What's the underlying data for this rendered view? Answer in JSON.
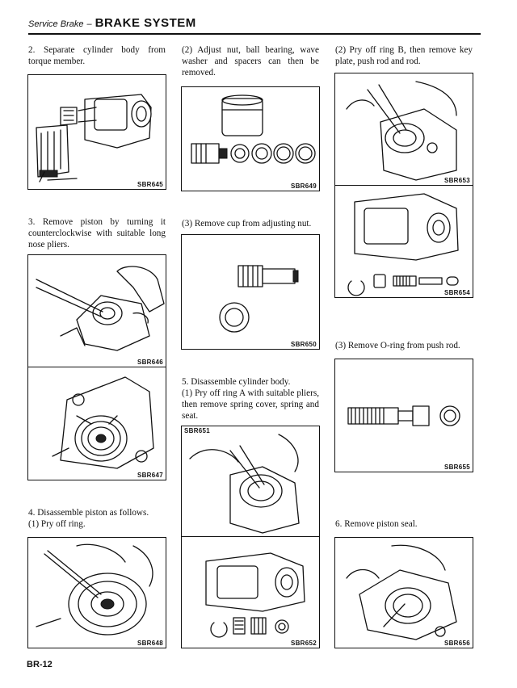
{
  "header": {
    "section": "Service Brake",
    "dash": "–",
    "title": "BRAKE SYSTEM"
  },
  "columns": {
    "left": {
      "step2": "2.  Separate cylinder body from torque member.",
      "fig_sbr645": "SBR645",
      "step3": "3.  Remove piston by turning it counterclockwise with suitable long nose pliers.",
      "fig_sbr646": "SBR646",
      "fig_sbr647": "SBR647",
      "step4_title": "4.  Disassemble piston as follows.",
      "step4_sub1": "(1)  Pry off ring.",
      "fig_sbr648": "SBR648"
    },
    "middle": {
      "step2": "(2)  Adjust nut, ball bearing, wave washer and spacers can then be removed.",
      "fig_sbr649": "SBR649",
      "step3": "(3)  Remove cup from adjusting nut.",
      "fig_sbr650": "SBR650",
      "step5_title": "5.  Disassemble cylinder body.",
      "step5_sub1": "(1)  Pry off ring A with suitable pliers, then remove spring cover, spring and seat.",
      "fig_sbr651": "SBR651",
      "fig_sbr652": "SBR652"
    },
    "right": {
      "step2": "(2)  Pry off ring B, then remove key plate, push rod and rod.",
      "fig_sbr653": "SBR653",
      "fig_sbr654": "SBR654",
      "step3": "(3)  Remove O-ring from push rod.",
      "fig_sbr655": "SBR655",
      "step6": "6.  Remove piston seal.",
      "fig_sbr656": "SBR656"
    }
  },
  "footer": {
    "page_number": "BR-12"
  }
}
